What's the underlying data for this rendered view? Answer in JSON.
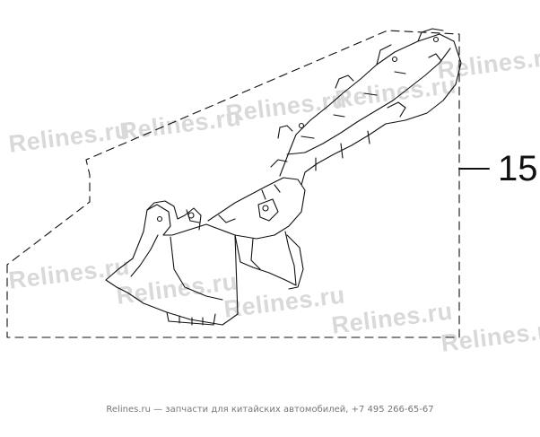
{
  "diagram": {
    "part_callout": "15",
    "watermark_text": "Relines.ru",
    "footer": "Relines.ru — запчасти для китайских автомобилей, +7 495 266-65-67",
    "colors": {
      "line": "#111111",
      "watermark": "#d9d9d9",
      "footer": "#777777"
    }
  }
}
